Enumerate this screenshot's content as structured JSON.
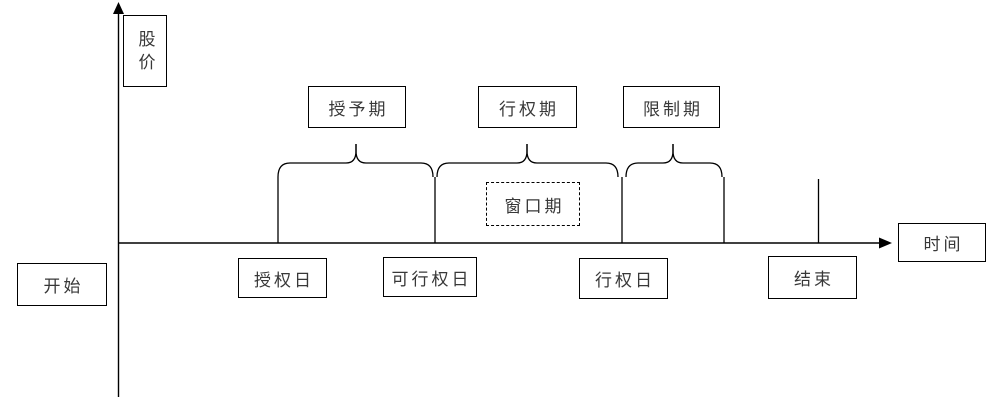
{
  "figure": {
    "background_color": "#ffffff",
    "line_color": "#000000",
    "text_color": "#383838"
  },
  "axes": {
    "y_label": "股价",
    "x_label": "时间"
  },
  "periods": [
    {
      "label": "授予期"
    },
    {
      "label": "行权期"
    },
    {
      "label": "限制期"
    }
  ],
  "window_period": {
    "label": "窗口期"
  },
  "milestones": [
    {
      "label": "开始"
    },
    {
      "label": "授权日"
    },
    {
      "label": "可行权日"
    },
    {
      "label": "行权日"
    },
    {
      "label": "结束"
    }
  ]
}
